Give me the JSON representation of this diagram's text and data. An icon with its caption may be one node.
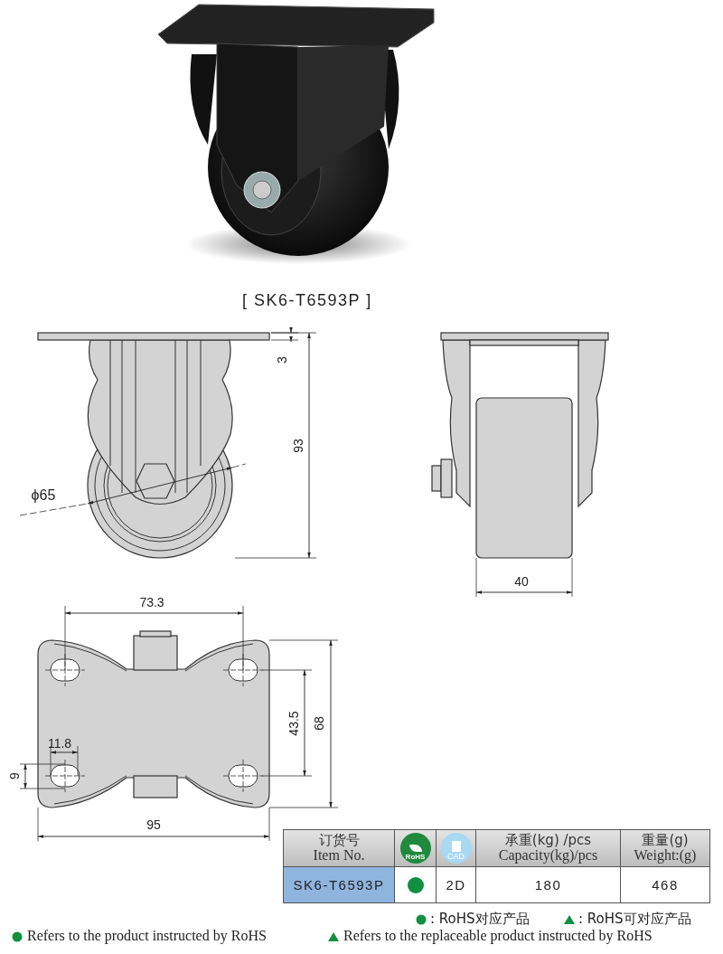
{
  "diagram": {
    "title": "[ SK6-T6593P ]",
    "labels": [
      "3",
      "93",
      "ϕ65",
      "40",
      "73.3",
      "43.5",
      "68",
      "11.8",
      "9",
      "95",
      "订货号",
      "Item No.",
      "RoHS",
      "CAD",
      "承重(kg) /pcs",
      "Capacity(kg)/pcs",
      "重量(g)",
      "Weight:(g)",
      "SK6-T6593P",
      "2D",
      "180",
      "468"
    ],
    "legend": [
      {
        "text": ": RoHS对应产品"
      },
      {
        "text": ": RoHS可对应产品"
      },
      {
        "text": "Refers to the product instructed by RoHS"
      },
      {
        "text": "Refers to the replaceable product instructed by RoHS"
      }
    ]
  }
}
